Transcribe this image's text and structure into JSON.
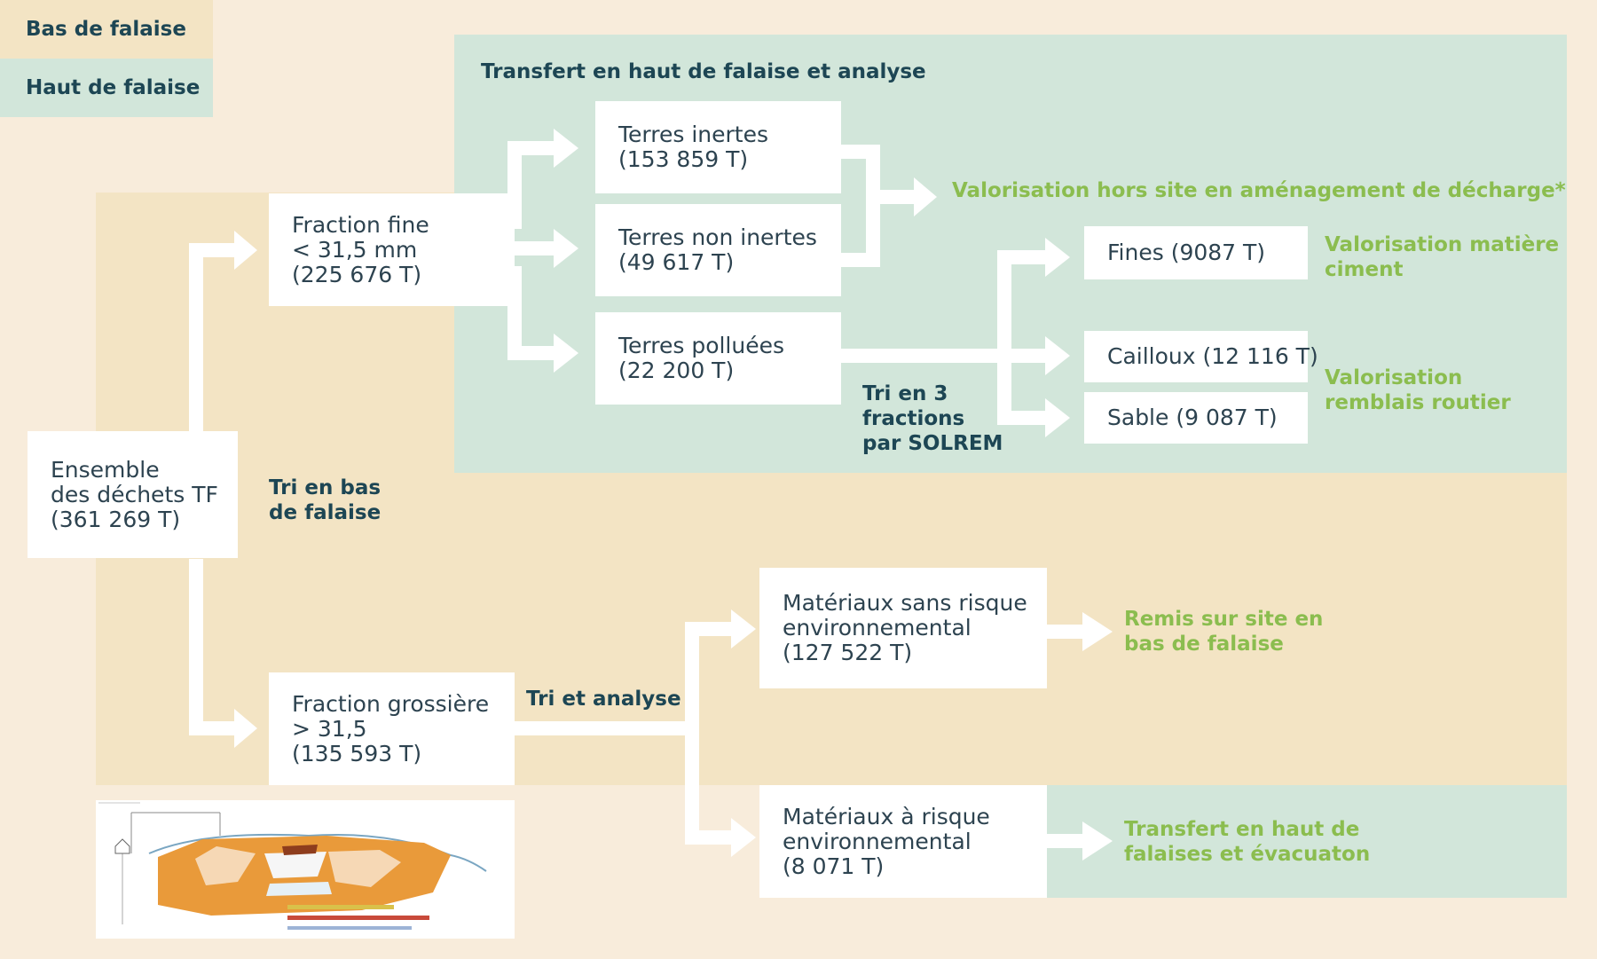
{
  "legend": {
    "bas": "Bas de falaise",
    "haut": "Haut de falaise"
  },
  "titles": {
    "haut_section": "Transfert en haut de falaise et analyse"
  },
  "boxes": {
    "ensemble": [
      "Ensemble",
      "des déchets TF",
      "(361 269 T)"
    ],
    "fraction_fine": [
      "Fraction fine",
      "< 31,5 mm",
      "(225 676 T)"
    ],
    "fraction_grossiere": [
      "Fraction grossière",
      "> 31,5",
      "(135 593 T)"
    ],
    "terres_inertes": [
      "Terres inertes",
      "(153 859 T)"
    ],
    "terres_non_inertes": [
      "Terres non inertes",
      "(49 617 T)"
    ],
    "terres_polluees": [
      "Terres polluées",
      "(22 200 T)"
    ],
    "fines": "Fines (9087 T)",
    "cailloux": "Cailloux (12 116 T)",
    "sable": "Sable (9 087 T)",
    "materiaux_sans_risque": [
      "Matériaux sans risque",
      "environnemental",
      "(127 522 T)"
    ],
    "materiaux_risque": [
      "Matériaux à risque",
      "environnemental",
      "(8 071 T)"
    ]
  },
  "process_labels": {
    "tri_bas": [
      "Tri en bas",
      "de falaise"
    ],
    "tri_3": [
      "Tri en 3",
      "fractions",
      "par SOLREM"
    ],
    "tri_analyse": "Tri et analyse"
  },
  "outcomes": {
    "valorisation_decharge": "Valorisation hors site en aménagement de décharge*",
    "valorisation_ciment": [
      "Valorisation matière",
      "ciment"
    ],
    "valorisation_routier": [
      "Valorisation",
      "remblais routier"
    ],
    "remis_site": [
      "Remis sur site en",
      "bas de falaise"
    ],
    "transfert_evacuation": [
      "Transfert en haut de",
      "falaises et évacuaton"
    ]
  },
  "colors": {
    "background": "#f8ecdb",
    "bas_zone": "#f3e4c4",
    "haut_zone": "#d2e6da",
    "dark_text": "#1d4654",
    "green_text": "#8bbd4f",
    "box": "#ffffff"
  }
}
